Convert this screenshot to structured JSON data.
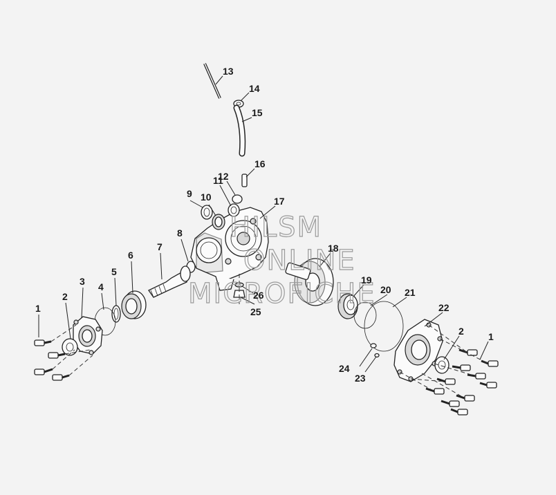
{
  "callouts": {
    "c1a": "1",
    "c2a": "2",
    "c3": "3",
    "c4": "4",
    "c5": "5",
    "c6": "6",
    "c7": "7",
    "c8": "8",
    "c9": "9",
    "c10": "10",
    "c11": "11",
    "c12": "12",
    "c13": "13",
    "c14": "14",
    "c15": "15",
    "c16": "16",
    "c17": "17",
    "c18": "18",
    "c19": "19",
    "c20": "20",
    "c21": "21",
    "c22": "22",
    "c23": "23",
    "c24": "24",
    "c25": "25",
    "c26": "26",
    "c2b": "2",
    "c1b": "1"
  },
  "watermark": {
    "line1": "HILSM",
    "line2": "ONLINE",
    "line3": "MICROFICHE"
  }
}
